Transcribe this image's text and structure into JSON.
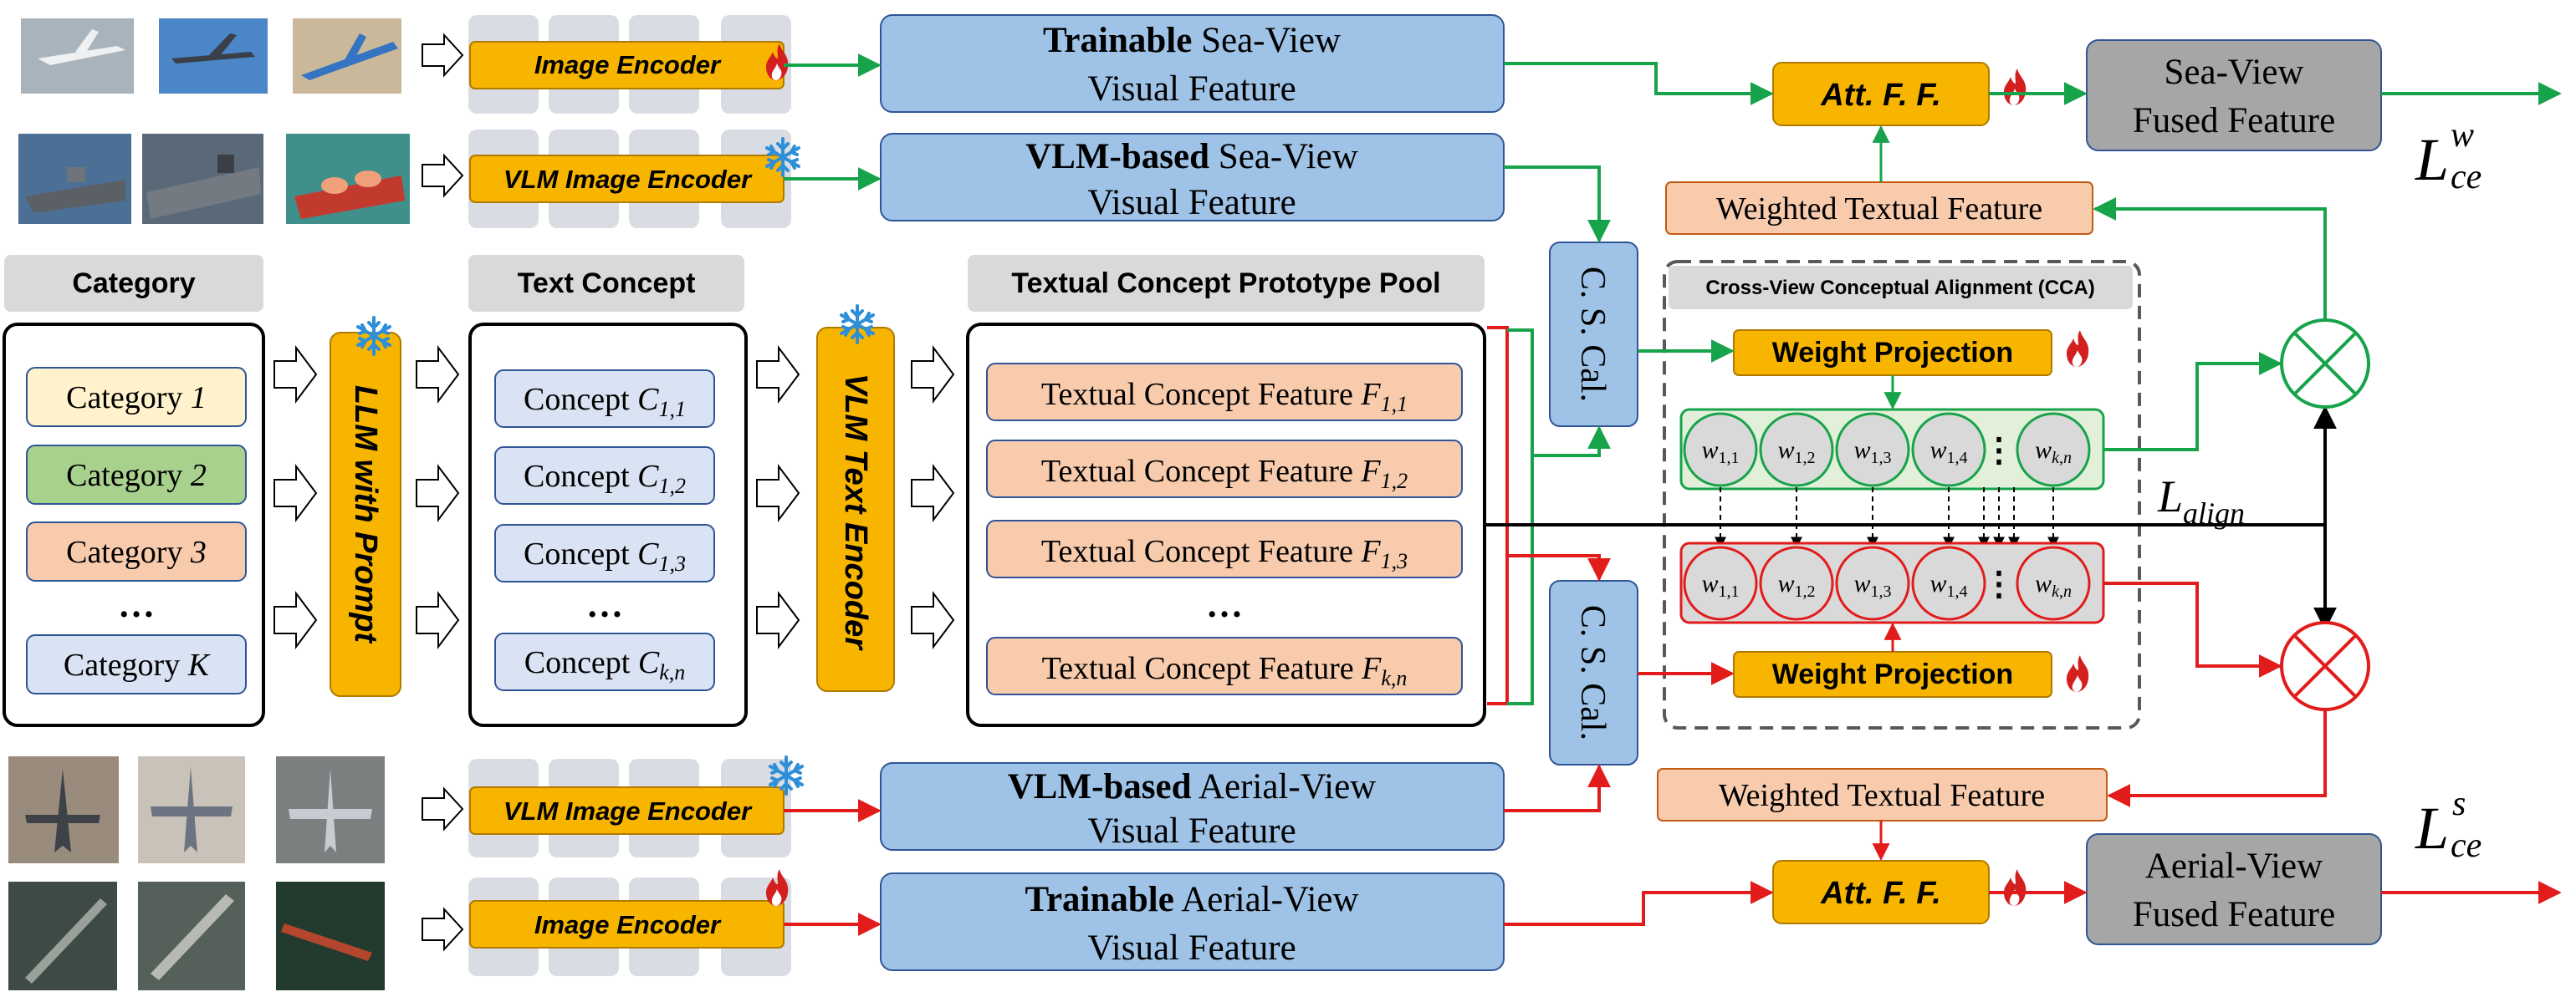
{
  "colors": {
    "green": "#17a34a",
    "red": "#e21b1b",
    "orange_fill": "#f7b500",
    "blue_fill": "#9fc3e7",
    "peach_fill": "#f8cbad",
    "gray_fill": "#a6a6a6",
    "light_gray": "#d9d9d9",
    "cat1_fill": "#fff2cc",
    "cat2_fill": "#a9d18e",
    "cat3_fill": "#f8cbad",
    "concept_fill": "#dae3f3"
  },
  "encoders": {
    "sea_trainable": "Image Encoder",
    "sea_vlm": "VLM Image Encoder",
    "aerial_vlm": "VLM Image Encoder",
    "aerial_trainable": "Image Encoder"
  },
  "features": {
    "sea_trainable_bold": "Trainable",
    "sea_trainable_rest": " Sea-View",
    "sea_trainable_line2": "Visual Feature",
    "sea_vlm_bold": "VLM-based",
    "sea_vlm_rest": " Sea-View",
    "sea_vlm_line2": "Visual Feature",
    "aerial_vlm_bold": "VLM-based",
    "aerial_vlm_rest": " Aerial-View",
    "aerial_vlm_line2": "Visual Feature",
    "aerial_trainable_bold": "Trainable",
    "aerial_trainable_rest": " Aerial-View",
    "aerial_trainable_line2": "Visual Feature"
  },
  "fusion": {
    "att_ff": "Att. F. F.",
    "sea_fused_line1": "Sea-View",
    "sea_fused_line2": "Fused Feature",
    "aerial_fused_line1": "Aerial-View",
    "aerial_fused_line2": "Fused Feature",
    "weighted_textual": "Weighted Textual Feature"
  },
  "losses": {
    "L": "L",
    "sea_sup": "w",
    "sea_sub": "ce",
    "aerial_sup": "s",
    "aerial_sub": "ce",
    "align_sub": "align"
  },
  "category": {
    "header": "Category",
    "items": [
      {
        "text": "Category ",
        "ital": "1"
      },
      {
        "text": "Category ",
        "ital": "2"
      },
      {
        "text": "Category ",
        "ital": "3"
      },
      {
        "text": "Category ",
        "ital": "K"
      }
    ],
    "ellipsis": "…"
  },
  "llm": "LLM with Prompt",
  "text_concept": {
    "header": "Text Concept",
    "items": [
      {
        "text": "Concept ",
        "C": "C",
        "sub": "1,1"
      },
      {
        "text": "Concept ",
        "C": "C",
        "sub": "1,2"
      },
      {
        "text": "Concept ",
        "C": "C",
        "sub": "1,3"
      },
      {
        "text": "Concept ",
        "C": "C",
        "sub": "k,n"
      }
    ],
    "ellipsis": "…"
  },
  "vlm_text_encoder": "VLM Text Encoder",
  "pool": {
    "header": "Textual Concept Prototype Pool",
    "items": [
      {
        "text": "Textual Concept Feature ",
        "F": "F",
        "sub": "1,1"
      },
      {
        "text": "Textual Concept Feature ",
        "F": "F",
        "sub": "1,2"
      },
      {
        "text": "Textual Concept Feature ",
        "F": "F",
        "sub": "1,3"
      },
      {
        "text": "Textual Concept Feature ",
        "F": "F",
        "sub": "k,n"
      }
    ],
    "ellipsis": "…"
  },
  "csc": "C. S. Cal.",
  "cca": {
    "title": "Cross-View Conceptual Alignment (CCA)",
    "weight_projection": "Weight Projection",
    "w": "w",
    "weights": [
      "1,1",
      "1,2",
      "1,3",
      "1,4",
      "k,n"
    ],
    "dots": "⋮"
  },
  "icons": [
    "fire-icon",
    "snowflake-icon",
    "block-arrow-icon",
    "multiply-circle-icon"
  ]
}
